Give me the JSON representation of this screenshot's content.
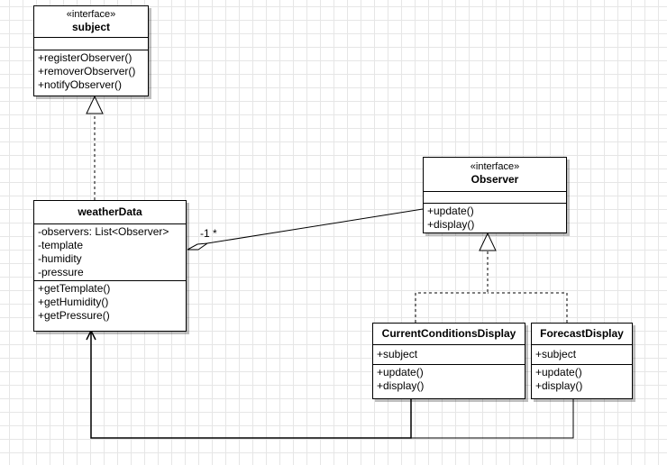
{
  "classes": {
    "subject": {
      "stereotype": "«interface»",
      "name": "subject",
      "attributes": [],
      "operations": [
        "+registerObserver()",
        "+removerObserver()",
        "+notifyObserver()"
      ]
    },
    "weatherData": {
      "stereotype": "",
      "name": "weatherData",
      "attributes": [
        "-observers: List<Observer>",
        "-template",
        "-humidity",
        "-pressure"
      ],
      "operations": [
        "+getTemplate()",
        "+getHumidity()",
        "+getPressure()"
      ]
    },
    "observer": {
      "stereotype": "«interface»",
      "name": "Observer",
      "attributes": [],
      "operations": [
        "+update()",
        "+display()"
      ]
    },
    "currentConditionsDisplay": {
      "stereotype": "",
      "name": "CurrentConditionsDisplay",
      "attributes": [
        "+subject"
      ],
      "operations": [
        "+update()",
        "+display()"
      ]
    },
    "forecastDisplay": {
      "stereotype": "",
      "name": "ForecastDisplay",
      "attributes": [
        "+subject"
      ],
      "operations": [
        "+update()",
        "+display()"
      ]
    }
  },
  "relations": {
    "aggregation_multiplicity": "-1 *"
  }
}
